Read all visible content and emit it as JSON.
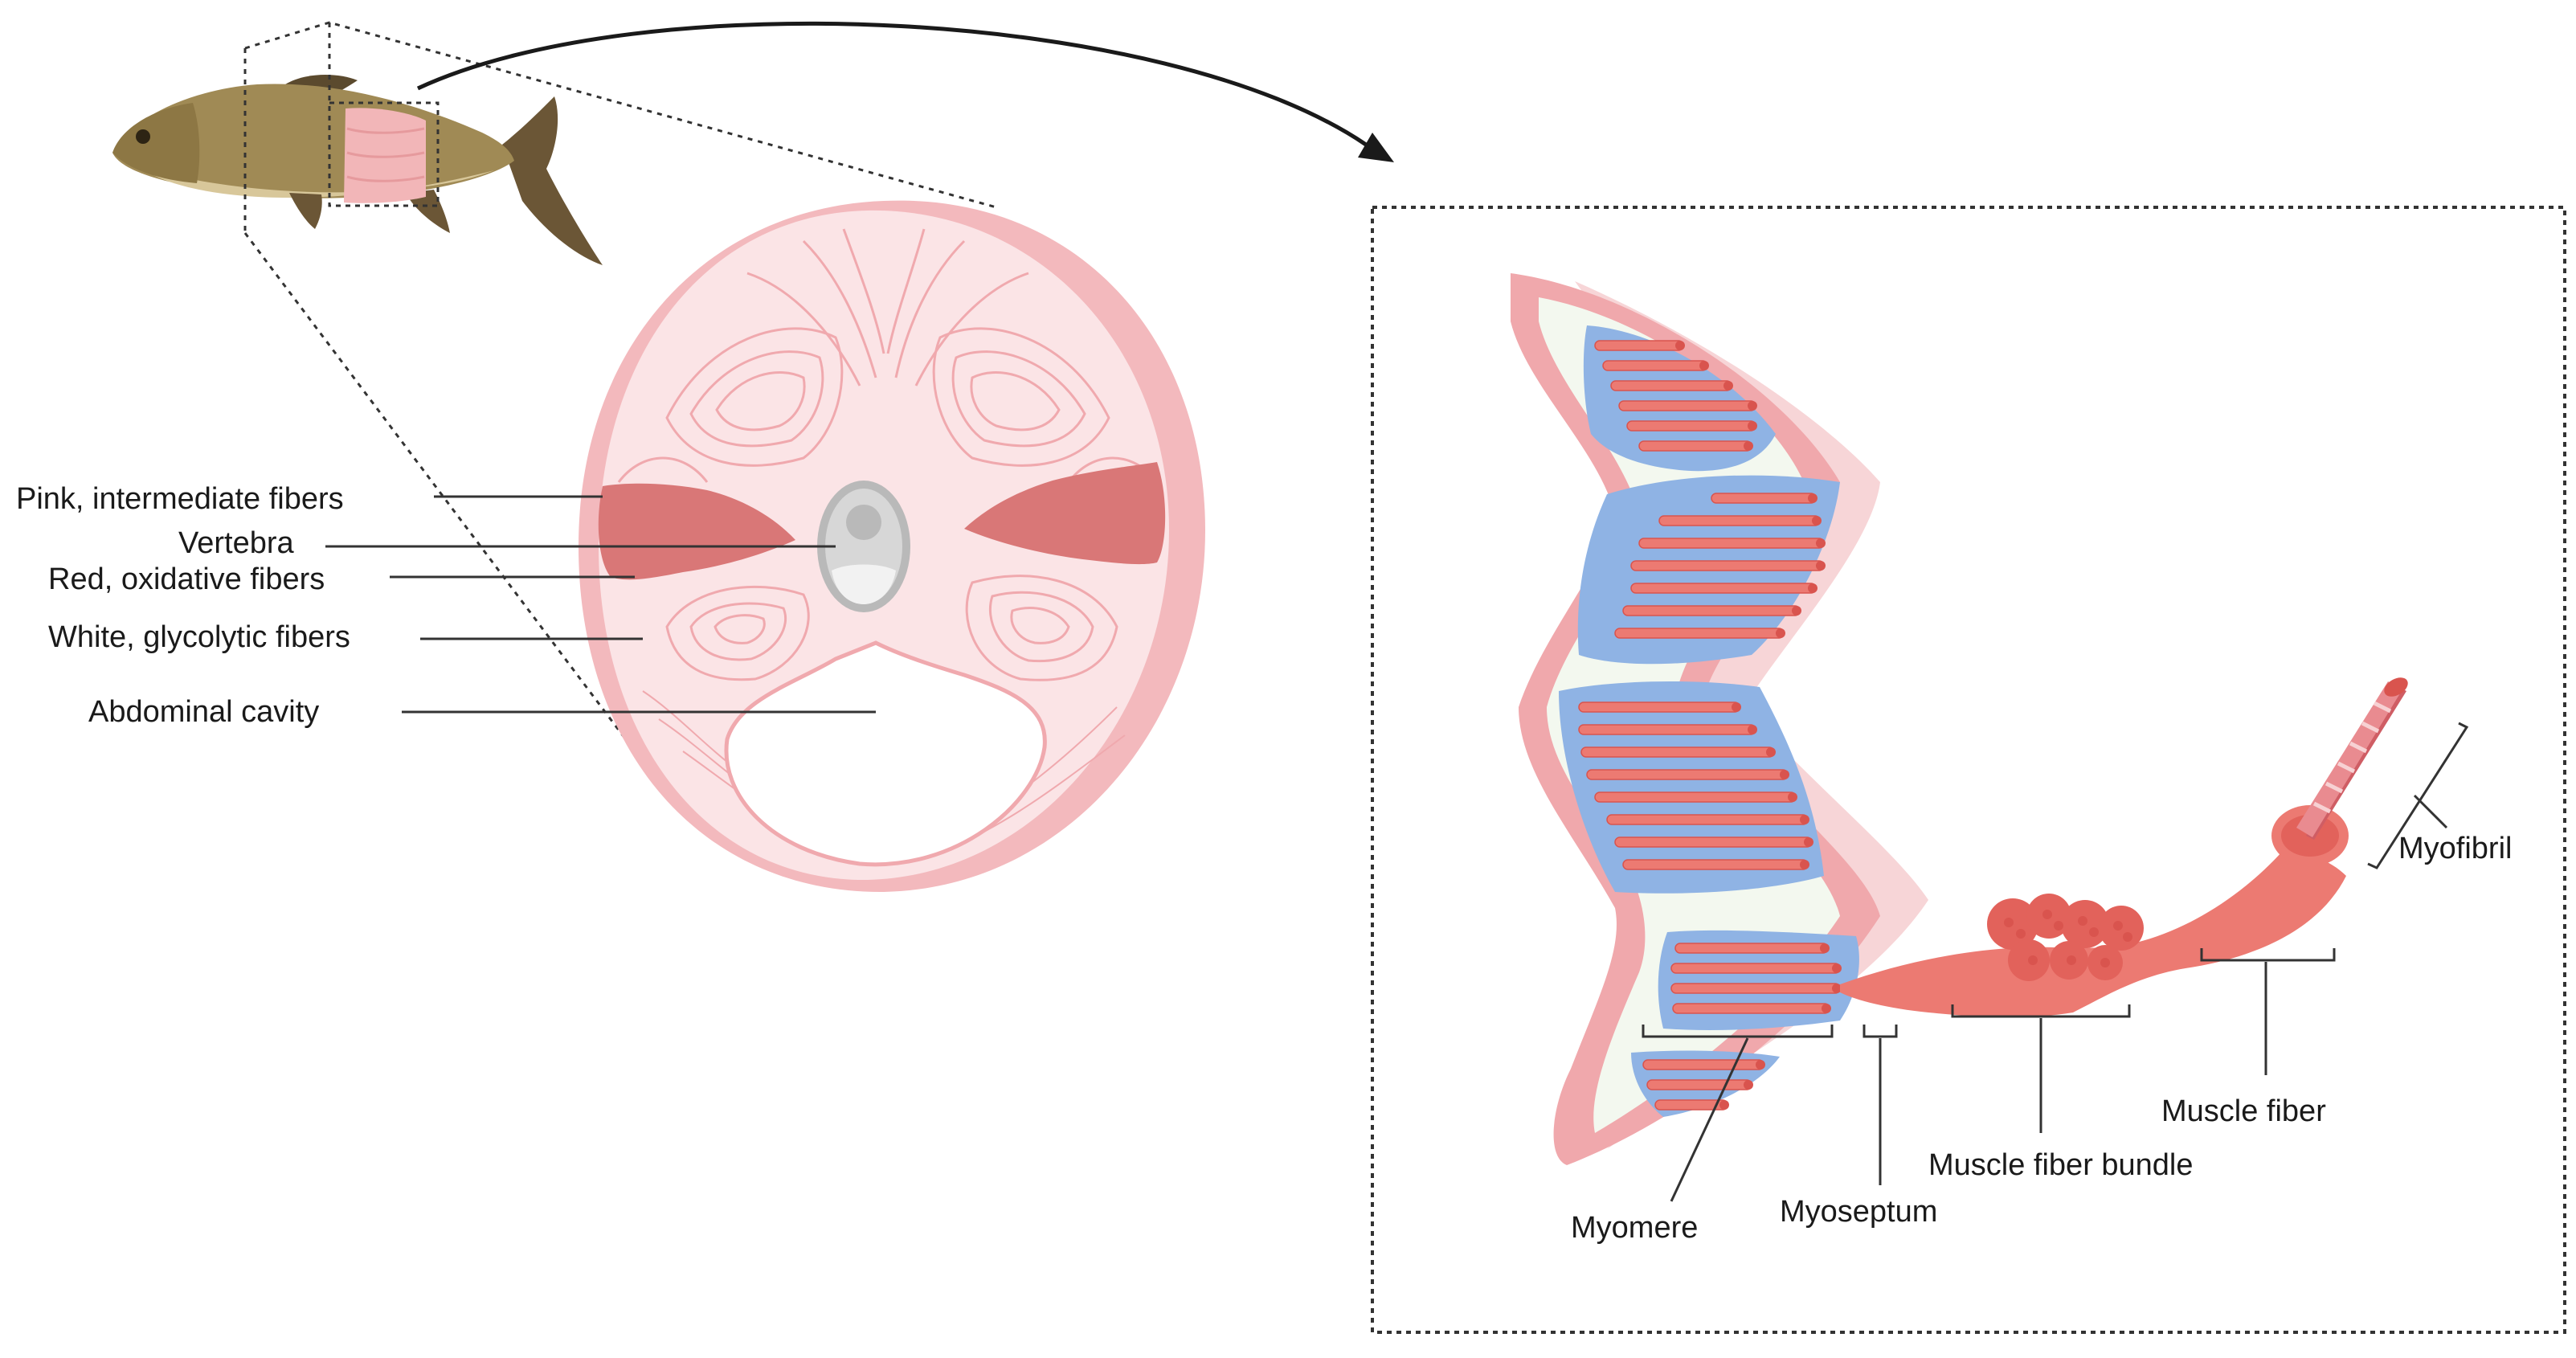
{
  "labels": {
    "pink_fibers": "Pink, intermediate fibers",
    "vertebra": "Vertebra",
    "red_fibers": "Red, oxidative fibers",
    "white_fibers": "White, glycolytic fibers",
    "abdominal_cavity": "Abdominal cavity",
    "myofibril": "Myofibril",
    "muscle_fiber": "Muscle fiber",
    "muscle_fiber_bundle": "Muscle fiber bundle",
    "myomere": "Myomere",
    "myoseptum": "Myoseptum"
  },
  "colors": {
    "cross_section_fill": "#fbe4e6",
    "cross_section_rim": "#f3b9bd",
    "contour_line": "#f0a9ae",
    "red_fiber": "#d97777",
    "vertebra_outer": "#b9b9b9",
    "vertebra_inner": "#dcdcdc",
    "myomere_blue": "#8fb3e4",
    "myomere_wall": "#f0a8ac",
    "myomere_inner": "#f3f8ef",
    "muscle": "#ec7a72",
    "muscle_dark": "#d9544e",
    "fish_body": "#a08a55",
    "fish_dark": "#5b4a2e",
    "leader_line": "#333333"
  }
}
